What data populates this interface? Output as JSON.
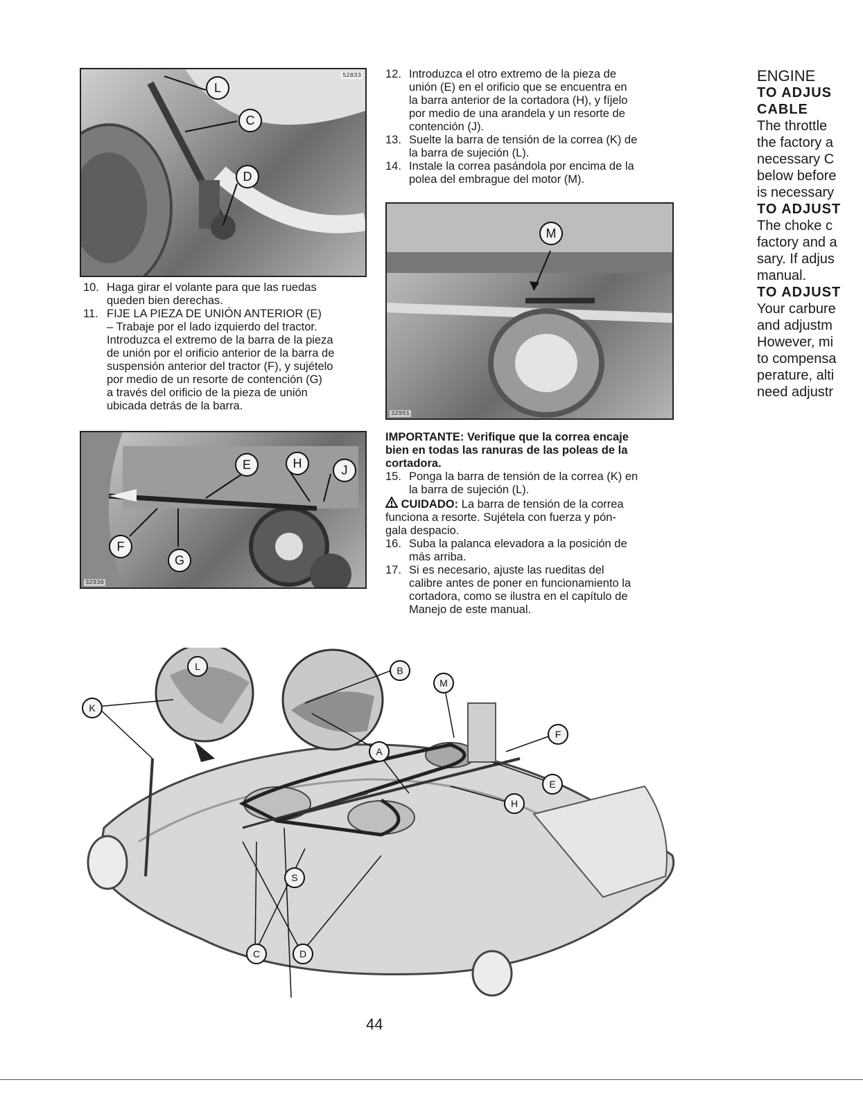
{
  "photos": {
    "top_left": {
      "code": "52833",
      "callouts": [
        "L",
        "C",
        "D"
      ]
    },
    "bottom_left": {
      "code": "32936",
      "callouts": [
        "E",
        "H",
        "J",
        "F",
        "G"
      ]
    },
    "mid_right": {
      "code": "32951",
      "callouts": [
        "M"
      ]
    }
  },
  "left_steps": [
    {
      "num": "10.",
      "lines": [
        "Haga girar el volante para que las ruedas",
        "queden bien derechas."
      ]
    },
    {
      "num": "11.",
      "lines": [
        "FIJE LA PIEZA DE UNIÓN ANTERIOR (E)",
        "– Trabaje por el lado izquierdo del tractor.",
        "Introduzca el extremo de la barra de la pieza",
        "de unión por el orificio anterior de la barra de",
        "suspensión anterior del tractor (F), y sujételo",
        "por medio de un resorte de contención (G)",
        "a través del orificio de la pieza de unión",
        "ubicada detrás de la barra."
      ]
    }
  ],
  "right_steps_top": [
    {
      "num": "12.",
      "lines": [
        "Introduzca el otro extremo de la pieza de",
        "unión (E) en el orificio que se encuentra en",
        "la barra anterior de la cortadora (H), y fíjelo",
        "por medio de una arandela y un resorte de",
        "contención (J)."
      ]
    },
    {
      "num": "13.",
      "lines": [
        "Suelte la barra de tensión de la correa (K) de",
        "la barra de sujeción (L)."
      ]
    },
    {
      "num": "14.",
      "lines": [
        "Instale la correa pasándola por encima de la",
        "polea del embrague del motor (M)."
      ]
    }
  ],
  "important": {
    "label": "IMPORTANTE:",
    "lines": [
      "Verifique que la correa encaje",
      "bien en todas las ranuras de las poleas de la",
      "cortadora."
    ]
  },
  "step15": {
    "num": "15.",
    "lines": [
      "Ponga la barra de tensión de la correa (K) en",
      "la barra de sujeción (L)."
    ]
  },
  "caution": {
    "icon": "warning-icon",
    "label": "CUIDADO:",
    "lines": [
      "La barra de tensión de la correa",
      "funciona a resorte. Sujétela con fuerza y pón-",
      "gala despacio."
    ]
  },
  "right_steps_bottom": [
    {
      "num": "16.",
      "lines": [
        "Suba la palanca elevadora a la posición de",
        "más arriba."
      ]
    },
    {
      "num": "17.",
      "lines": [
        "Si es necesario, ajuste las rueditas del",
        "calibre antes de poner en funcionamiento la",
        "cortadora, como se ilustra en el capítulo de",
        "Manejo de este manual."
      ]
    }
  ],
  "deck_callouts": [
    "L",
    "K",
    "B",
    "M",
    "A",
    "F",
    "E",
    "H",
    "S",
    "C",
    "D"
  ],
  "right_column": {
    "heading1": "ENGINE",
    "heading2a": "TO ADJUS",
    "heading2b": "CABLE",
    "para1": [
      "The throttle",
      "the factory a",
      "necessary C",
      "below before",
      "is necessary"
    ],
    "heading3": "TO ADJUST",
    "para2": [
      "The choke c",
      "factory and a",
      "sary. If adjus",
      "manual."
    ],
    "heading4": "TO ADJUST",
    "para3": [
      "Your carbure",
      "and adjustm",
      "However, mi",
      "to compensa",
      "perature, alti",
      "need adjustr"
    ]
  },
  "page_number": "44"
}
